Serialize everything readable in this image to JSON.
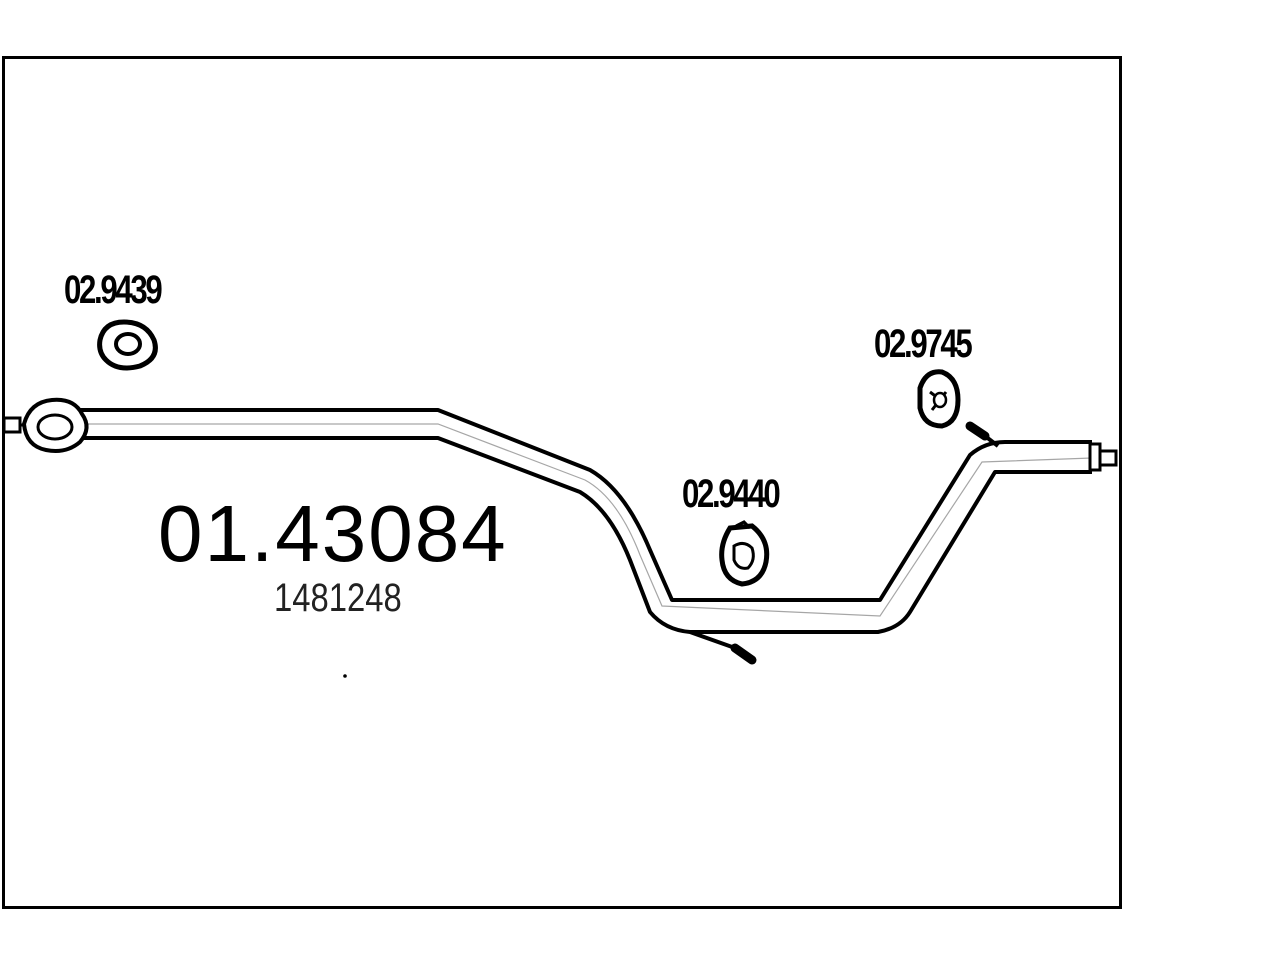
{
  "diagram": {
    "main_part_number": "01.43084",
    "oe_reference": "1481248",
    "components": [
      {
        "code": "02.9439",
        "kind": "gasket-ring"
      },
      {
        "code": "02.9440",
        "kind": "rubber-hanger"
      },
      {
        "code": "02.9745",
        "kind": "rubber-hanger"
      }
    ],
    "colors": {
      "line": "#000000",
      "background": "#ffffff"
    }
  }
}
